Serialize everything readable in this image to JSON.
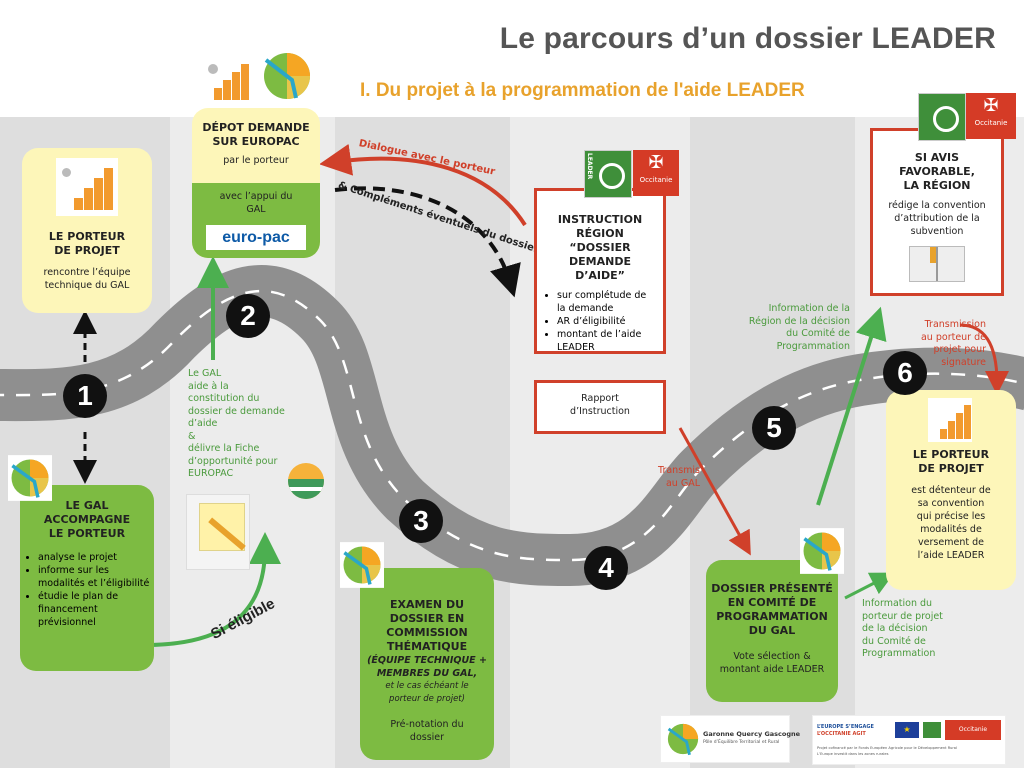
{
  "header": {
    "title": "Le parcours d’un dossier LEADER",
    "subtitle": "I. Du projet à la programmation de l'aide LEADER"
  },
  "colors": {
    "green": "#7dbb42",
    "yellow": "#fdf6b9",
    "red": "#d0402a",
    "road": "#8f8f8f",
    "orange": "#e8a22c"
  },
  "steps": [
    "1",
    "2",
    "3",
    "4",
    "5",
    "6"
  ],
  "box_porteur1": {
    "title_l1": "LE PORTEUR",
    "title_l2": "DE PROJET",
    "body_l1": "rencontre l’équipe",
    "body_l2": "technique du GAL"
  },
  "box_depot": {
    "title_l1": "DÉPOT DEMANDE",
    "title_l2": "SUR EUROPAC",
    "body_l1": "par le porteur",
    "body_l2": "avec l’appui du",
    "body_l3": "GAL",
    "logo": "euro-pac"
  },
  "box_gal": {
    "title_l1": "LE GAL",
    "title_l2": "ACCOMPAGNE",
    "title_l3": "LE PORTEUR",
    "items": [
      "analyse le projet",
      "informe sur les modalités et l’éligibilité",
      "étudie le plan de financement prévisionnel"
    ]
  },
  "gal_note": {
    "l1": "Le GAL",
    "l2": "aide à la",
    "l3": "constitution du",
    "l4": "dossier de demande",
    "l5": "d’aide",
    "l6": "&",
    "l7": "délivre la Fiche",
    "l8": "d’opportunité pour",
    "l9": "EUROPAC"
  },
  "si_eligible": "Si éligible",
  "dialogue": {
    "l1": "Dialogue avec le porteur",
    "l2": "& Compléments éventuels du dossier"
  },
  "box_examen": {
    "l1": "EXAMEN DU",
    "l2": "DOSSIER EN",
    "l3": "COMMISSION",
    "l4": "THÉMATIQUE",
    "it1": "(ÉQUIPE TECHNIQUE +",
    "it2": "MEMBRES DU GAL,",
    "it3": "et le cas échéant le",
    "it4": "porteur de projet)",
    "b1": "Pré-notation du",
    "b2": "dossier"
  },
  "box_instruction": {
    "l1": "INSTRUCTION",
    "l2": "RÉGION “DOSSIER",
    "l3": "DEMANDE D’AIDE”",
    "items": [
      "sur complétude de la demande",
      "AR d’éligibilité",
      "montant de l’aide LEADER"
    ]
  },
  "box_rapport": {
    "l1": "Rapport",
    "l2": "d’Instruction"
  },
  "transmis": {
    "l1": "Transmis",
    "l2": "au GAL"
  },
  "box_comite": {
    "l1": "DOSSIER PRÉSENTÉ",
    "l2": "EN COMITÉ DE",
    "l3": "PROGRAMMATION",
    "l4": "DU GAL",
    "b1": "Vote sélection &",
    "b2": "montant aide LEADER"
  },
  "info_region": {
    "l1": "Information de la",
    "l2": "Région de la décision",
    "l3": "du Comité de",
    "l4": "Programmation"
  },
  "box_avis": {
    "l1": "SI AVIS",
    "l2": "FAVORABLE,",
    "l3": "LA RÉGION",
    "b1": "rédige la convention",
    "b2": "d’attribution de la",
    "b3": "subvention"
  },
  "transmission": {
    "l1": "Transmission",
    "l2": "au porteur de",
    "l3": "projet pour",
    "l4": "signature"
  },
  "box_porteur2": {
    "l1": "LE PORTEUR",
    "l2": "DE PROJET",
    "b1": "est détenteur de",
    "b2": "sa convention",
    "b3": "qui précise les",
    "b4": "modalités de",
    "b5": "versement de",
    "b6": "l’aide LEADER"
  },
  "info_porteur": {
    "l1": "Information du",
    "l2": "porteur de projet",
    "l3": "de la décision",
    "l4": "du Comité de",
    "l5": "Programmation"
  },
  "footer": {
    "gqg": "Garonne Quercy Gascogne",
    "gqg_sub": "Pôle d’Équilibre Territorial et Rural",
    "eu_l1": "L’EUROPE S’ENGAGE",
    "eu_l2": "L’OCCITANIE AGIT",
    "eu_note": "Projet cofinancé par le Fonds Européen Agricole pour le Développement Rural",
    "eu_note2": "L’Europe investit dans les zones rurales"
  },
  "logos": {
    "leader": "LEADER",
    "occitanie": "Occitanie"
  }
}
